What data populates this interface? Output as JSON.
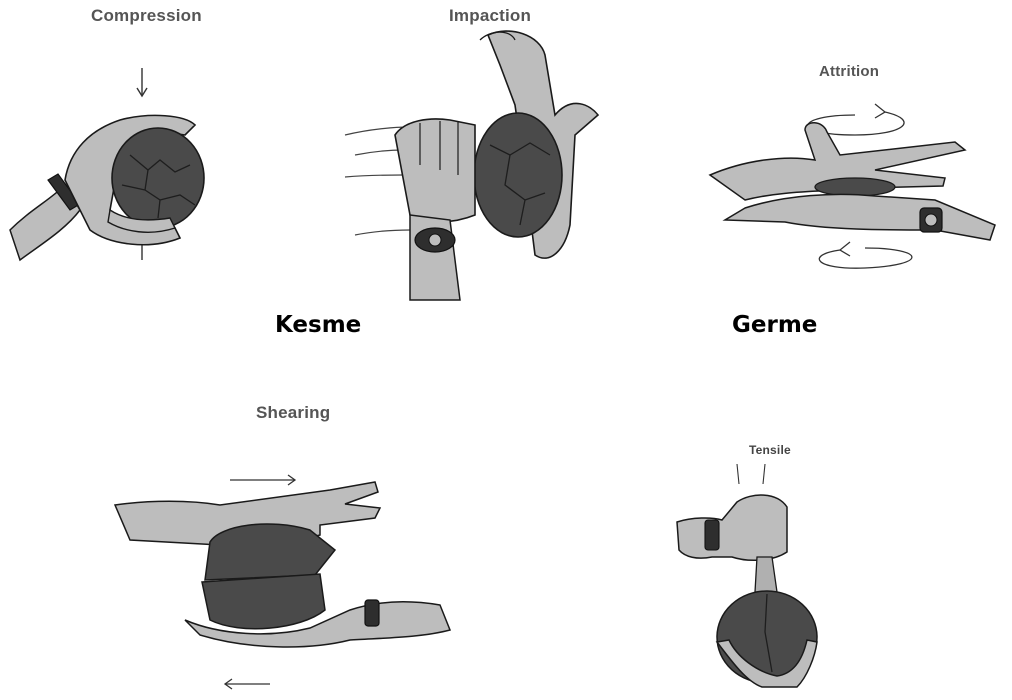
{
  "panels": {
    "compression": {
      "title": "Compression"
    },
    "impaction": {
      "title": "Impaction"
    },
    "attrition": {
      "title": "Attrition"
    },
    "shearing": {
      "title": "Shearing"
    },
    "tensile": {
      "title": "Tensile"
    }
  },
  "captions": {
    "kesme": "Kesme",
    "germe": "Germe"
  },
  "colors": {
    "skin": "#bdbdbd",
    "rock": "#4a4a4a",
    "outline": "#1a1a1a",
    "title": "#555555"
  }
}
